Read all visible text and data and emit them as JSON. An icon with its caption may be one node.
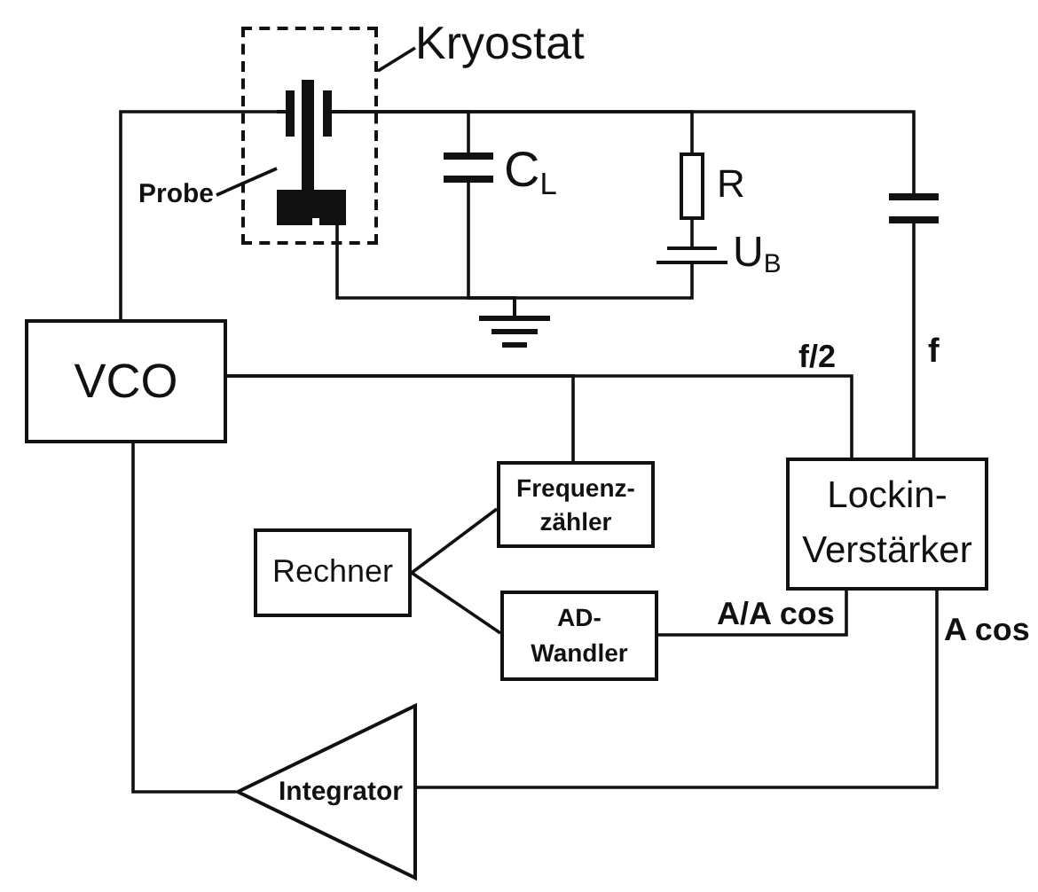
{
  "diagram": {
    "nodes": [
      {
        "text": [],
        "shape": "box"
      },
      {
        "text": [
          "Kryostat"
        ]
      },
      {
        "text": [],
        "shape": "picture",
        "in": 0
      },
      {
        "text": [
          "Probe"
        ]
      },
      {
        "text": [],
        "shape": "capacitor",
        "beside": [
          "C$_{L}$"
        ]
      },
      {
        "text": [],
        "shape": "resistor",
        "beside": [
          "R"
        ]
      },
      {
        "text": [],
        "shape": "capacitor"
      },
      {
        "text": [],
        "shape": "battery",
        "beside": [
          "U$_{B}$"
        ]
      },
      {
        "text": [],
        "shape": "ground"
      },
      {
        "text": [
          "VCO"
        ]
      },
      {
        "text": [
          "Frequenz- zähler"
        ]
      },
      {
        "text": [
          "Rechner"
        ]
      },
      {
        "text": [
          "AD- Wandler"
        ]
      },
      {
        "text": [
          "Lockin- Verstärker"
        ]
      },
      {
        "text": [
          "Integrator"
        ]
      }
    ],
    "edges": [
      {
        "from": 9,
        "to": 2,
        "arrow": "none"
      },
      {
        "from": 2,
        "to": 4,
        "arrow": "none"
      },
      {
        "from": 2,
        "to": 5,
        "arrow": "none"
      },
      {
        "from": 2,
        "to": 6,
        "arrow": "none"
      },
      {
        "from": 5,
        "to": 7,
        "arrow": "none"
      },
      {
        "from": 2,
        "to": 8,
        "arrow": "none"
      },
      {
        "from": 4,
        "to": 8,
        "arrow": "none"
      },
      {
        "from": 7,
        "to": 8,
        "arrow": "none"
      },
      {
        "from": 6,
        "to": 13,
        "arrow": "none",
        "label": "f"
      },
      {
        "from": 9,
        "to": 13,
        "arrow": "none",
        "label": "f/2"
      },
      {
        "from": 9,
        "to": 10,
        "arrow": "none"
      },
      {
        "from": 11,
        "to": 10,
        "arrow": "none"
      },
      {
        "from": 11,
        "to": 12,
        "arrow": "none"
      },
      {
        "from": 13,
        "to": 12,
        "arrow": "none",
        "label": "A/A cos"
      },
      {
        "from": 13,
        "to": 14,
        "arrow": "none",
        "label": "A cos"
      },
      {
        "from": 14,
        "to": 9,
        "arrow": "none"
      },
      {
        "from": 1,
        "to": 0,
        "arrow": "none"
      },
      {
        "from": 3,
        "to": 2,
        "arrow": "none"
      }
    ]
  }
}
